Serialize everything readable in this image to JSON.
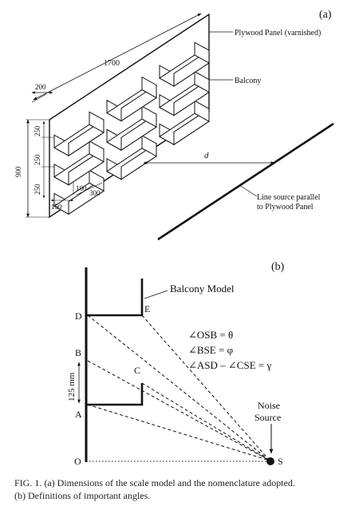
{
  "panel_a": {
    "label": "(a)",
    "labels": {
      "plywood": "Plywood Panel (varnished)",
      "balcony": "Balcony",
      "line_source_1": "Line source parallel",
      "line_source_2": "to Plywood Panel",
      "d": "d"
    },
    "dims": {
      "length": "1700",
      "top_offset": "200",
      "height": "900",
      "spacing_1": "250",
      "spacing_2": "250",
      "spacing_3": "250",
      "balcony_height": "100",
      "balcony_width": "300",
      "balcony_depth": "150"
    }
  },
  "panel_b": {
    "label": "(b)",
    "title": "Balcony Model",
    "points": {
      "D": "D",
      "E": "E",
      "B": "B",
      "C": "C",
      "A": "A",
      "O": "O",
      "S": "S"
    },
    "dimension": "125 mm",
    "equations": [
      "∠OSB = θ",
      "∠BSE = φ",
      "∠ASD – ∠CSE = γ"
    ],
    "noise_source_1": "Noise",
    "noise_source_2": "Source"
  },
  "caption": {
    "line1": "FIG. 1. (a) Dimensions of the scale model and the nomenclature adopted.",
    "line2": "(b) Definitions of important angles."
  }
}
